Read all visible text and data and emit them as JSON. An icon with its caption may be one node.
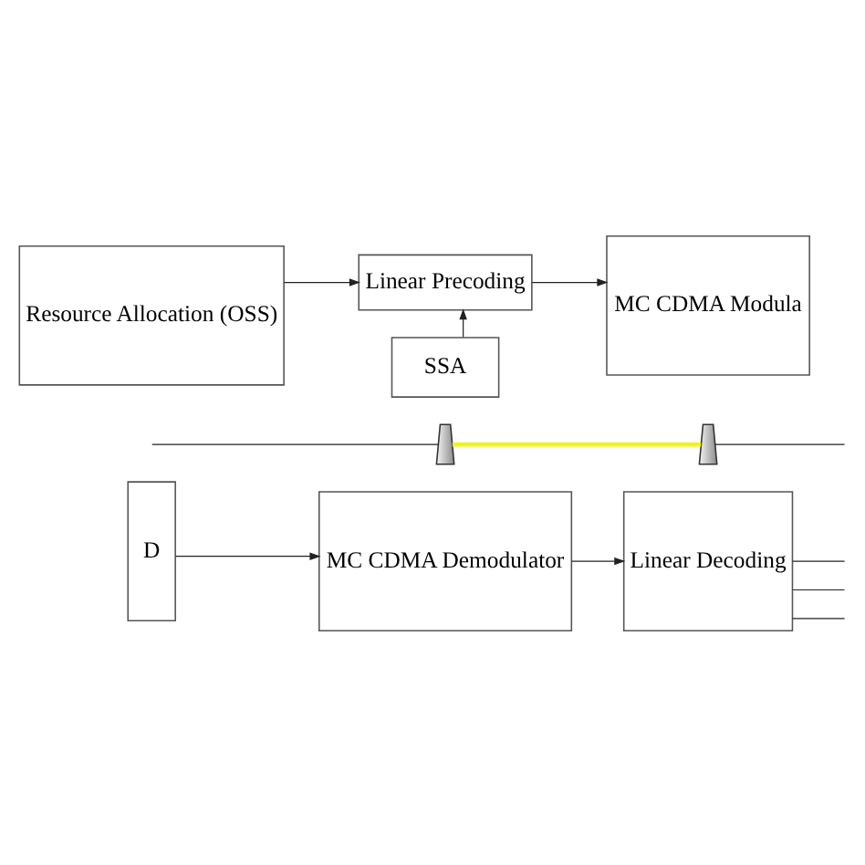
{
  "diagram": {
    "nodes": [
      {
        "text": [
          "Resource Allocation (OSS)"
        ]
      },
      {
        "text": [
          "Linear Precoding"
        ]
      },
      {
        "text": [
          "SSA"
        ]
      },
      {
        "text": [
          "MC CDMA Modula"
        ]
      },
      {
        "text": [],
        "shape": "antenna"
      },
      {
        "text": [],
        "shape": "antenna"
      },
      {
        "text": [
          "D"
        ]
      },
      {
        "text": [
          "MC CDMA Demodulator"
        ]
      },
      {
        "text": [
          "Linear Decoding"
        ]
      }
    ],
    "edges": [
      {
        "from": 0,
        "to": 1,
        "arrow": "to"
      },
      {
        "from": 1,
        "to": 3,
        "arrow": "to"
      },
      {
        "from": 2,
        "to": 1,
        "arrow": "to"
      },
      {
        "from": null,
        "to": 4,
        "arrow": "none"
      },
      {
        "from": 4,
        "to": 5,
        "arrow": "none",
        "style": "thick",
        "color": "#f2f21e"
      },
      {
        "from": 5,
        "to": null,
        "arrow": "none"
      },
      {
        "from": 6,
        "to": 7,
        "arrow": "to"
      },
      {
        "from": 7,
        "to": 8,
        "arrow": "to"
      },
      {
        "from": 8,
        "to": null,
        "arrow": "none"
      },
      {
        "from": 8,
        "to": null,
        "arrow": "none"
      },
      {
        "from": 8,
        "to": null,
        "arrow": "none"
      }
    ]
  }
}
